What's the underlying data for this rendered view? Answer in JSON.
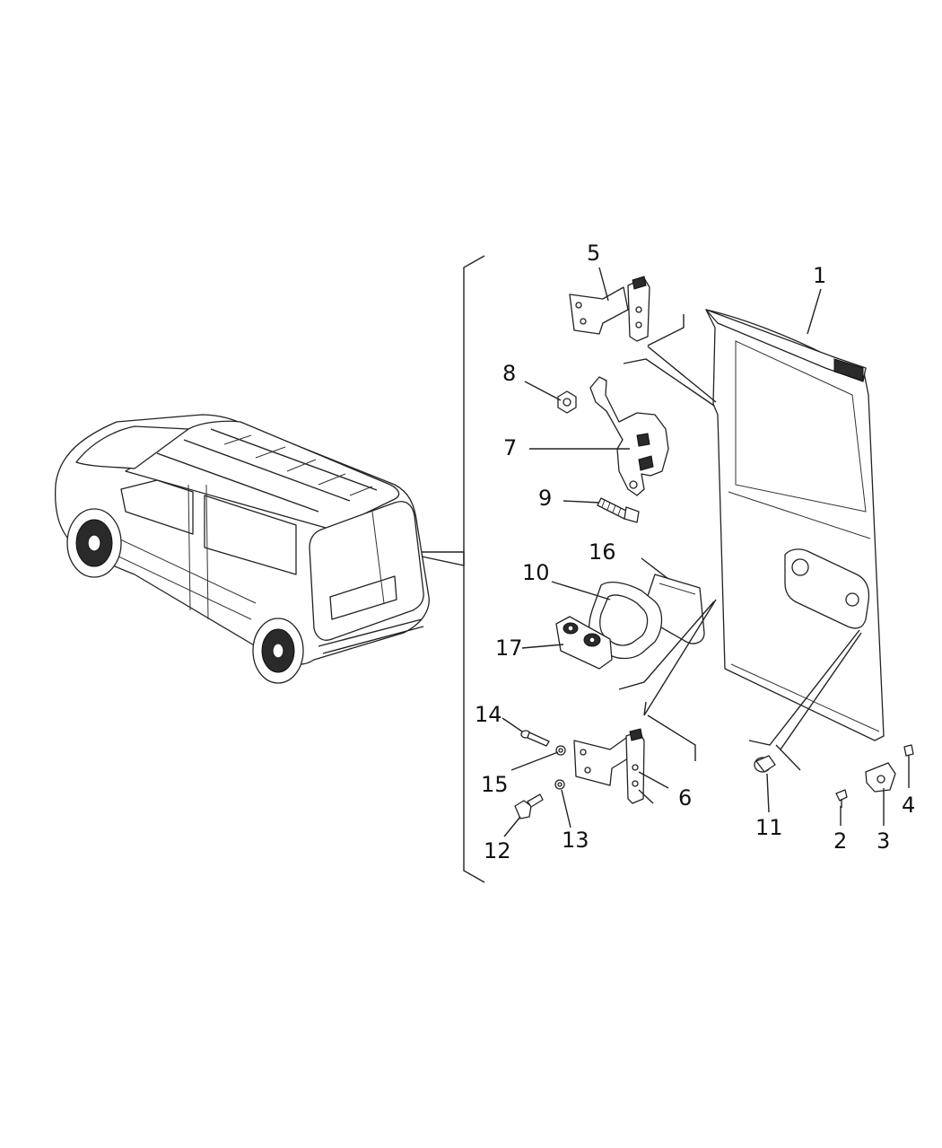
{
  "callouts": [
    {
      "id": "1",
      "label": "1"
    },
    {
      "id": "2",
      "label": "2"
    },
    {
      "id": "3",
      "label": "3"
    },
    {
      "id": "4",
      "label": "4"
    },
    {
      "id": "5",
      "label": "5"
    },
    {
      "id": "6",
      "label": "6"
    },
    {
      "id": "7",
      "label": "7"
    },
    {
      "id": "8",
      "label": "8"
    },
    {
      "id": "9",
      "label": "9"
    },
    {
      "id": "10",
      "label": "10"
    },
    {
      "id": "11",
      "label": "11"
    },
    {
      "id": "12",
      "label": "12"
    },
    {
      "id": "13",
      "label": "13"
    },
    {
      "id": "14",
      "label": "14"
    },
    {
      "id": "15",
      "label": "15"
    },
    {
      "id": "16",
      "label": "16"
    },
    {
      "id": "17",
      "label": "17"
    }
  ],
  "icons": {
    "vehicle": "van-rear-view-icon",
    "door": "rear-door-panel-icon"
  }
}
